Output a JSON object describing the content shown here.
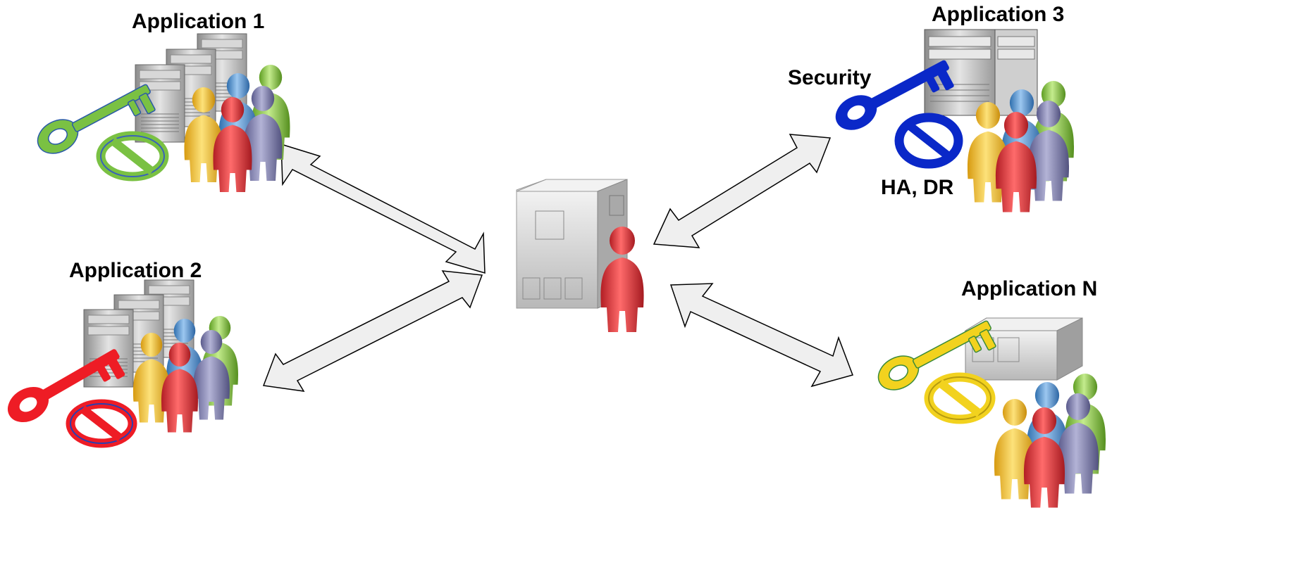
{
  "labels": {
    "app1": "Application 1",
    "app2": "Application 2",
    "app3": "Application 3",
    "appN": "Application N",
    "security": "Security",
    "ha_dr": "HA, DR"
  },
  "nodes": [
    {
      "id": "app1",
      "label": "Application 1",
      "key_color": "#7ac143",
      "block_color": "#7ac143"
    },
    {
      "id": "app2",
      "label": "Application 2",
      "key_color": "#ee1c25",
      "block_color": "#ee1c25"
    },
    {
      "id": "app3",
      "label": "Application 3",
      "key_color": "#0a28c8",
      "block_color": "#0a28c8"
    },
    {
      "id": "appN",
      "label": "Application N",
      "key_color": "#f2d21e",
      "block_color": "#f2d21e"
    },
    {
      "id": "central",
      "label": ""
    }
  ],
  "edges": [
    {
      "from": "central",
      "to": "app1",
      "bidirectional": true
    },
    {
      "from": "central",
      "to": "app2",
      "bidirectional": true
    },
    {
      "from": "central",
      "to": "app3",
      "bidirectional": true
    },
    {
      "from": "central",
      "to": "appN",
      "bidirectional": true
    }
  ],
  "colors": {
    "arrow_fill": "#efefef",
    "arrow_stroke": "#000000",
    "person_red": "#e0333a",
    "person_yellow": "#f5c431",
    "person_blue": "#5b9bd5",
    "person_green": "#8ccb3a",
    "person_purple": "#7f7fb0"
  }
}
